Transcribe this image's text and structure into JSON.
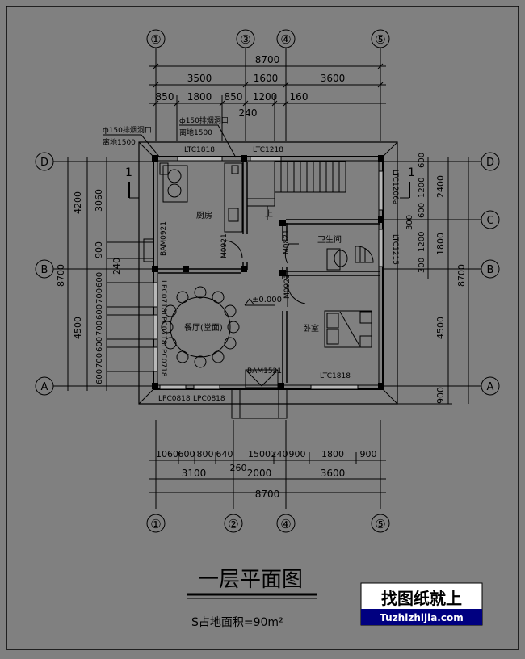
{
  "grid_top": [
    "①",
    "③",
    "④",
    "⑤"
  ],
  "grid_bottom": [
    "①",
    "②",
    "④",
    "⑤"
  ],
  "grid_left": [
    "D",
    "B",
    "A"
  ],
  "grid_right": [
    "D",
    "C",
    "B",
    "A"
  ],
  "dims": {
    "top_total": "8700",
    "top_row2": [
      "3500",
      "1600",
      "3600"
    ],
    "top_row3": [
      "850",
      "1800",
      "850",
      "1200",
      "160"
    ],
    "top_extra": "240",
    "left_outer": [
      "4200",
      "4500"
    ],
    "left_inner": [
      "3060",
      "900",
      "240"
    ],
    "left_small": [
      "600",
      "700",
      "600",
      "700",
      "600",
      "700",
      "600"
    ],
    "left_total": "8700",
    "right_outer": [
      "600",
      "1200",
      "600"
    ],
    "right_mid": [
      "2400",
      "1800"
    ],
    "right_small": [
      "300",
      "1200",
      "300"
    ],
    "right_lower": [
      "4500",
      "900"
    ],
    "right_total": "8700",
    "bottom_row1": [
      "1060",
      "600",
      "800",
      "640",
      "1500",
      "240",
      "900",
      "1800",
      "900"
    ],
    "bottom_mid": "260",
    "bottom_row2": [
      "3100",
      "2000",
      "3600"
    ],
    "bottom_total": "8700"
  },
  "notes": {
    "flue1_line1": "ф150排烟洞口",
    "flue1_line2": "离地1500",
    "flue2_line1": "ф150排烟洞口",
    "flue2_line2": "离地1500"
  },
  "labels": {
    "ltc1818_top": "LTC1818",
    "ltc1218": "LTC1218",
    "ltc1206a": "LTC1206a",
    "ltc1215": "LTC1215",
    "bam0921": "BAM0921",
    "m0921_kitchen": "M0921",
    "m0821": "M0821",
    "m0921_bed": "M0921",
    "lpc0718_1": "LPC0718",
    "lpc0718_2": "LPC0718",
    "lpc0718_3": "LPC0718",
    "bam1521": "BAM1521",
    "ltc1818_bed": "LTC1818",
    "lpc0818_1": "LPC0818",
    "lpc0818_2": "LPC0818",
    "elevation": "±0.000",
    "up": "上",
    "section_mark_left": "1",
    "section_mark_right": "1"
  },
  "rooms": {
    "kitchen": "厨房",
    "bathroom": "卫生间",
    "dining": "餐厅(堂面)",
    "bedroom": "卧室"
  },
  "title": "一层平面图",
  "area_note": "S占地面积=90m²",
  "watermark": {
    "line1": "找图纸就上",
    "line2": "Tuzhizhijia.com"
  }
}
